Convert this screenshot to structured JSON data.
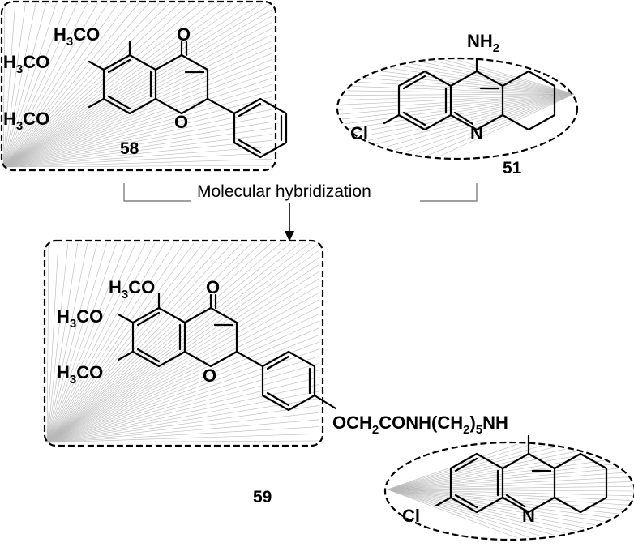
{
  "compounds": {
    "flavone": {
      "id": "58",
      "oxo": "O",
      "ring_o": "O",
      "h3c": "H",
      "h3c_sub": "3",
      "h3c_rest": "CO"
    },
    "tacrine": {
      "id": "51",
      "n": "N",
      "cl": "Cl",
      "nh": "NH",
      "nh_sub": "2"
    },
    "hybrid": {
      "id": "59",
      "oxo": "O",
      "ring_o": "O",
      "n": "N",
      "cl": "Cl",
      "h3c": "H",
      "h3c_sub": "3",
      "h3c_rest": "CO",
      "linker_1": "OCH",
      "linker_sub_1": "2",
      "linker_2": "CONH(CH",
      "linker_sub_2": "2",
      "linker_3": ")",
      "linker_sub_3": "5",
      "linker_4": "NH"
    }
  },
  "strategy_label": "Molecular hybridization"
}
